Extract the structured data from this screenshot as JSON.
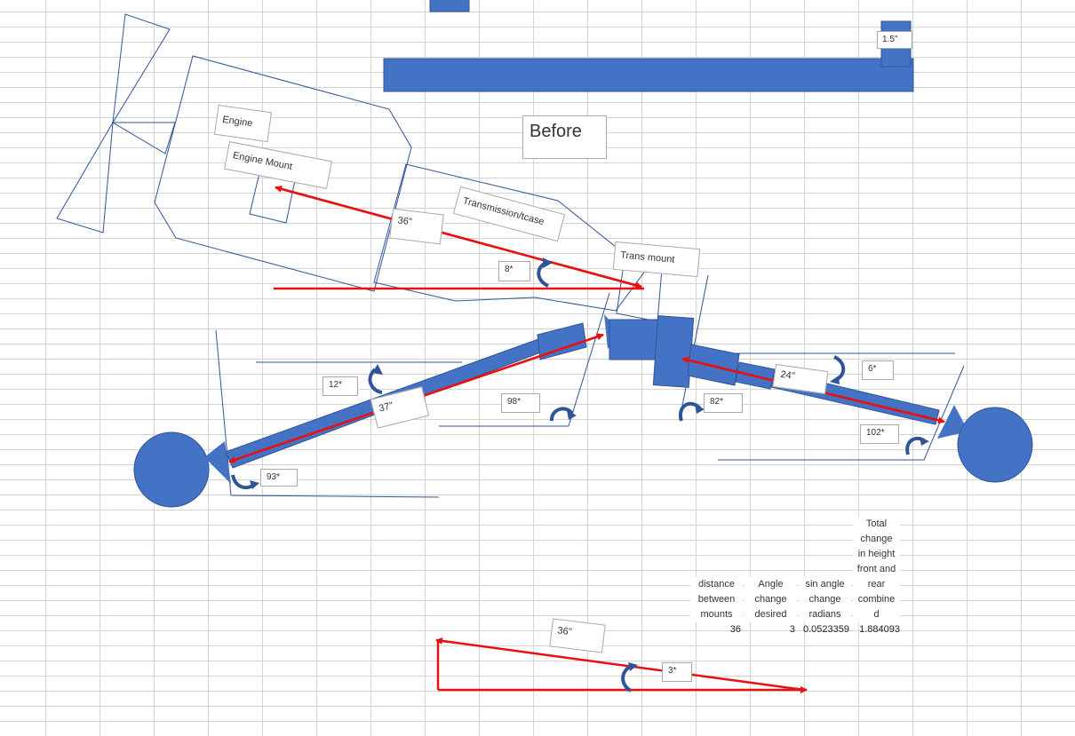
{
  "colors": {
    "shape_fill": "#4472c4",
    "line_blue": "#2f5597",
    "arrow_red": "#e81010",
    "grid": "#d4d4d4"
  },
  "labels": {
    "before": "Before",
    "engine": "Engine",
    "engine_mount": "Engine Mount",
    "trans": "Transmission/tcase",
    "trans_mount": "Trans mount",
    "shim": "1.5\"",
    "dist_top": "36\"",
    "angle_top": "8*",
    "angle_12": "12*",
    "dist_37": "37\"",
    "angle_98": "98*",
    "angle_93": "93*",
    "angle_82": "82*",
    "dist_24": "24\"",
    "angle_6": "6*",
    "angle_102": "102*",
    "dist_bottom": "36\"",
    "angle_bottom": "3*"
  },
  "table": {
    "headers": [
      [
        "distance",
        "between",
        "mounts"
      ],
      [
        "Angle",
        "change",
        "desired"
      ],
      [
        "sin angle",
        "change",
        "radians"
      ],
      [
        "Total",
        "change",
        "in height",
        "front and",
        "rear",
        "combine",
        "d"
      ]
    ],
    "row": [
      "36",
      "3",
      "0.0523359",
      "1.884093"
    ]
  }
}
